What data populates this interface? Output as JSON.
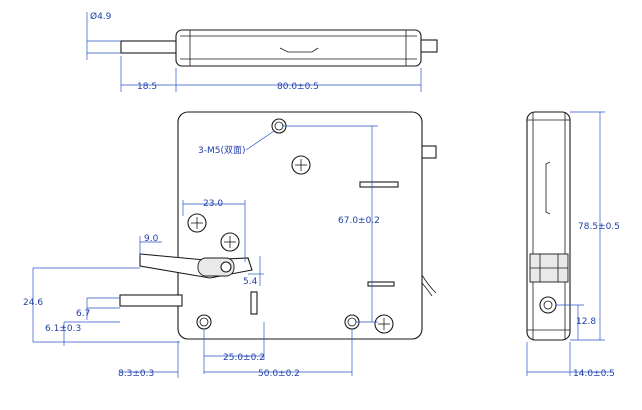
{
  "drawing": {
    "top_view": {
      "pin_diameter": "Ø4.9",
      "pin_length": "18.5",
      "body_length": "80.0±0.5"
    },
    "front_view": {
      "hole_note": "3-M5(双面)",
      "dim_23": "23.0",
      "dim_9": "9.0",
      "dim_5_4": "5.4",
      "dim_67": "67.0±0.2",
      "dim_24_6": "24.6",
      "dim_6_7": "6.7",
      "dim_6_1": "6.1±0.3",
      "dim_25": "25.0±0.2",
      "dim_50": "50.0±0.2",
      "dim_8_3": "8.3±0.3"
    },
    "side_view": {
      "dim_78_5": "78.5±0.5",
      "dim_12_8": "12.8",
      "dim_14": "14.0±0.5"
    }
  }
}
